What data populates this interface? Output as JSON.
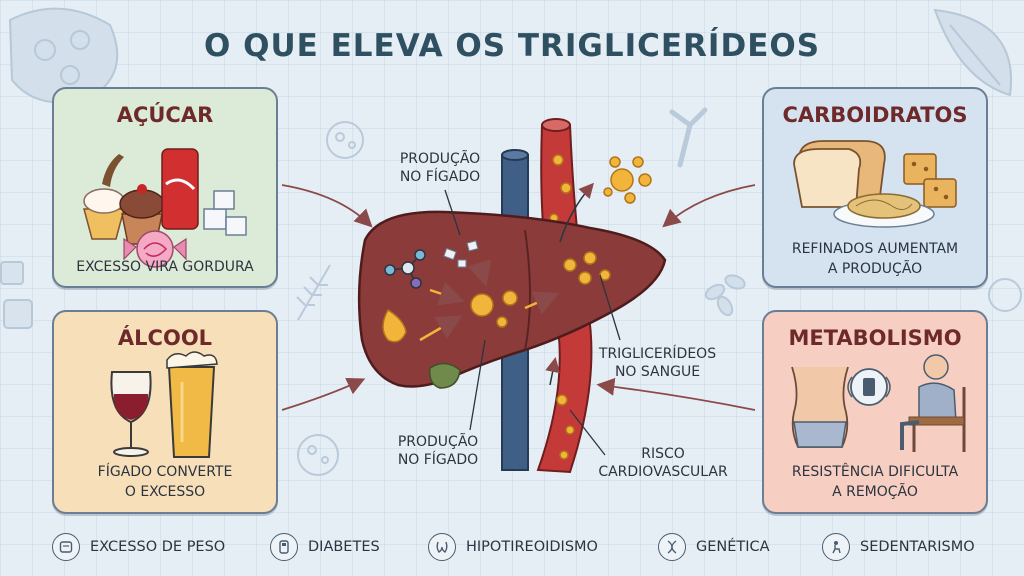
{
  "title": "O QUE ELEVA OS TRIGLICERÍDEOS",
  "cards": {
    "acucar": {
      "title": "AÇÚCAR",
      "caption": "EXCESSO VIRA GORDURA"
    },
    "alcool": {
      "title": "ÁLCOOL",
      "caption_line1": "FÍGADO CONVERTE",
      "caption_line2": "O EXCESSO"
    },
    "carboidratos": {
      "title": "CARBOIDRATOS",
      "caption_line1": "REFINADOS AUMENTAM",
      "caption_line2": "A PRODUÇÃO"
    },
    "metabolismo": {
      "title": "METABOLISMO",
      "caption_line1": "RESISTÊNCIA DIFICULTA",
      "caption_line2": "A REMOÇÃO"
    }
  },
  "center_labels": {
    "top_line1": "PRODUÇÃO",
    "top_line2": "NO FÍGADO",
    "bottom_line1": "PRODUÇÃO",
    "bottom_line2": "NO FÍGADO",
    "blood_line1": "TRIGLICERÍDEOS",
    "blood_line2": "NO SANGUE",
    "risk_line1": "RISCO",
    "risk_line2": "CARDIOVASCULAR"
  },
  "factors": [
    {
      "label": "EXCESSO DE PESO",
      "icon": "scale-icon"
    },
    {
      "label": "DIABETES",
      "icon": "glucometer-icon"
    },
    {
      "label": "HIPOTIREOIDISMO",
      "icon": "thyroid-icon"
    },
    {
      "label": "GENÉTICA",
      "icon": "dna-icon"
    },
    {
      "label": "SEDENTARISMO",
      "icon": "seated-person-icon"
    }
  ],
  "colors": {
    "title": "#2f5060",
    "card_title": "#6e2a2a",
    "acucar_bg": "#dcead8",
    "alcool_bg": "#f7dfb9",
    "carboidratos_bg": "#d5e3f0",
    "metabolismo_bg": "#f6cfc2",
    "liver": "#8b3c3a",
    "artery": "#c43a38",
    "vein": "#3f5f86",
    "fat_droplet": "#f2b43a"
  }
}
